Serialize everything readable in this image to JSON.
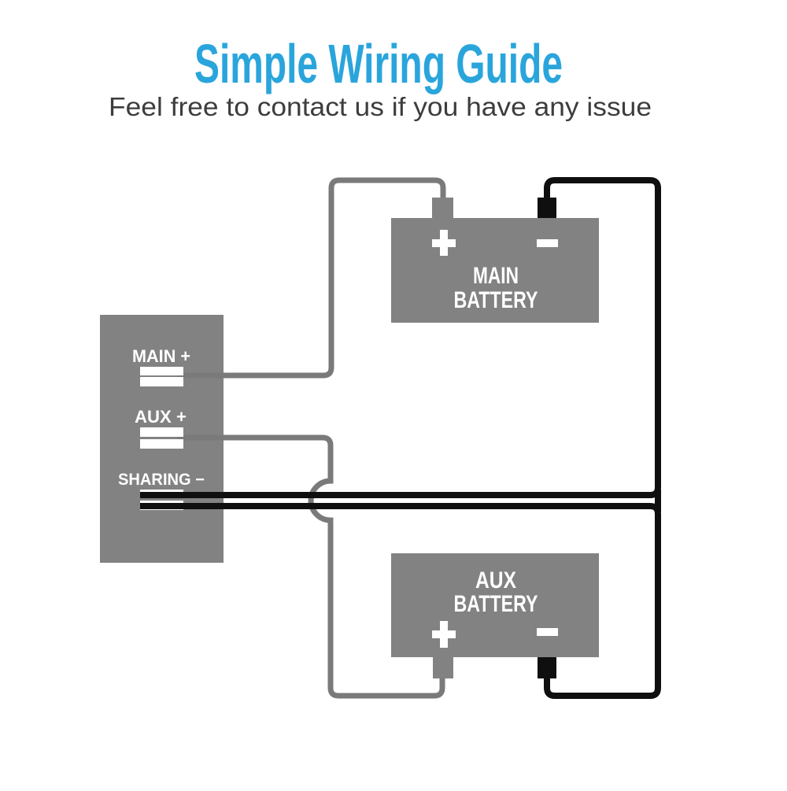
{
  "page": {
    "title": "Simple Wiring Guide",
    "subtitle": "Feel free to contact us if you have any issue"
  },
  "colors": {
    "title": "#2aa5dc",
    "subtitle": "#3d3d3d",
    "box_gray": "#828282",
    "wire_gray": "#7a7a7a",
    "wire_black": "#0f0f0f",
    "terminal_white": "#ffffff"
  },
  "isolator": {
    "terminals": [
      {
        "label": "MAIN +"
      },
      {
        "label": "AUX +"
      },
      {
        "label": "SHARING −"
      }
    ]
  },
  "batteries": {
    "main": {
      "line1": "MAIN",
      "line2": "BATTERY"
    },
    "aux": {
      "line1": "AUX",
      "line2": "BATTERY"
    }
  }
}
